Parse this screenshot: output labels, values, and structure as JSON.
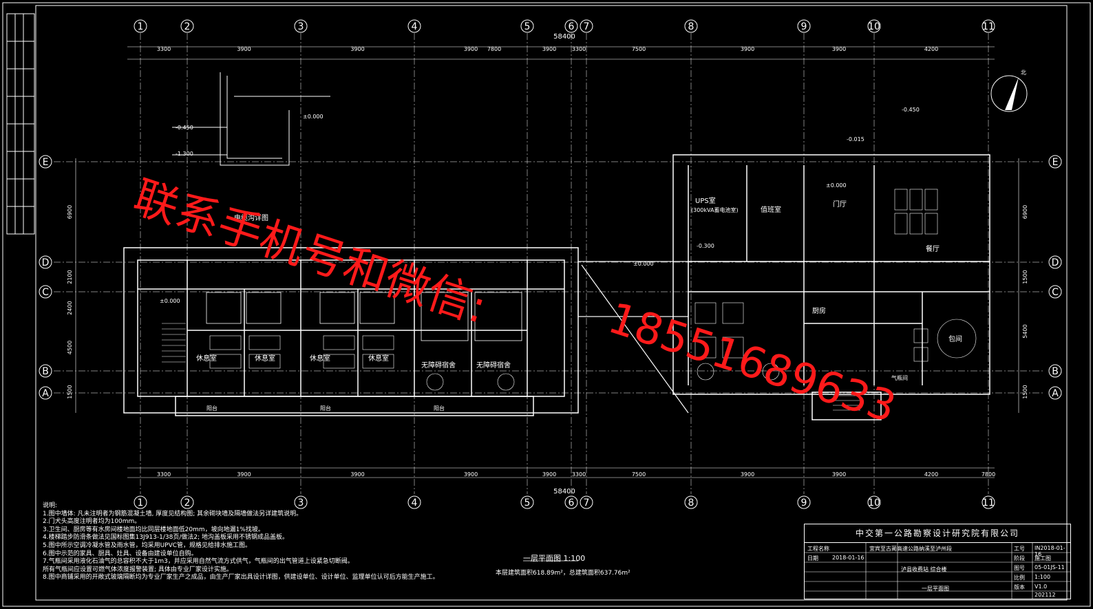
{
  "axes_x": [
    "1",
    "2",
    "3",
    "4",
    "5",
    "6",
    "7",
    "8",
    "9",
    "10",
    "11"
  ],
  "axes_y": [
    "E",
    "D",
    "C",
    "B",
    "A"
  ],
  "overall_dim": "58400",
  "dims_top": [
    "3300",
    "3900",
    "3900",
    "3900",
    "3900",
    "3300",
    "7500",
    "3900",
    "3900",
    "4200",
    "7800"
  ],
  "dims_bottom": [
    "3300",
    "3900",
    "3900",
    "3900",
    "3900",
    "3300",
    "7500",
    "3900",
    "3900",
    "4200",
    "7800"
  ],
  "dims_left": [
    "6900",
    "2100",
    "2400",
    "4500",
    "1500"
  ],
  "dims_right": [
    "6900",
    "1500",
    "5400",
    "1500"
  ],
  "rooms": {
    "ups": "UPS室",
    "ups_sub": "(300kVA蓄电池室)",
    "duty": "值班室",
    "hall": "门厅",
    "canteen": "餐厅",
    "private_dining": "包间",
    "kitchen": "厨房",
    "rest1": "休息室",
    "rest2": "休息室",
    "rest3": "休息室",
    "rest4": "休息室",
    "barrier1": "无障碍宿舍",
    "barrier2": "无障碍宿舍",
    "balcony": "阳台",
    "cable_trench": "电缆沟详图",
    "gas": "气瓶间"
  },
  "elevations": {
    "zero": "±0.000",
    "neg045": "-0.450",
    "neg130": "-1.300",
    "neg0015": "-0.015",
    "neg0300": "-0.300"
  },
  "watermark_line1": "联系手机号和微信:",
  "watermark_line2": "18551689633",
  "notes_title": "说明:",
  "notes": [
    "1.图中墙体: 凡未注明者为钢筋混凝土墙, 厚度见结构图; 其余砌块墙及隔墙做法另详建筑说明。",
    "2.门犬头高度注明者均为100mm。",
    "3.卫生间、厨房等有水房间楼地面均比同层楼地面低20mm，坡向地漏1%找坡。",
    "4.楼梯踏步防滑条做法见国标图集13J913-1/38页/做法2; 地沟盖板采用不锈钢成品盖板。",
    "5.图中所示空调冷凝水管及雨水管，均采用UPVC管，规格见给排水施工图。",
    "6.图中示范的家具、厨具、灶具、设备由建设单位自购。",
    "7.气瓶间采用液化石油气的总容积不大于1m3，并应采用自然气流方式供气，气瓶间的出气管道上设紧急切断阀。",
    "   所有气瓶间应设置可燃气体浓度报警装置; 具体由专业厂家设计实施。",
    "8.图中商铺采用的开敞式玻璃隔断均为专业厂家生产之成品，由生产厂家出具设计详图，供建设单位、设计单位、监理单位认可后方能生产施工。"
  ],
  "plan_title": "一层平面图",
  "plan_scale": "1:100",
  "plan_area": "本层建筑面积618.89m²，总建筑面积637.76m²",
  "title_block": {
    "org": "中交第一公路勘察设计研究院有限公司",
    "project_label": "工程名称",
    "project": "宜宾至古蔺高速公路纳溪至泸州段",
    "subproject": "泸县收费站 综合楼",
    "drawing": "一层平面图",
    "date_label": "日期",
    "date": "2018-01-16",
    "job_no_label": "工号",
    "job_no": "IN2018-01-16",
    "phase_label": "阶段",
    "phase": "施工图",
    "drawing_no_label": "图号",
    "drawing_no": "05-01JS-11",
    "scale_label": "比例",
    "scale": "1:100",
    "version_label": "版本",
    "version": "V1.0",
    "version_date": "202112"
  },
  "north": "北"
}
